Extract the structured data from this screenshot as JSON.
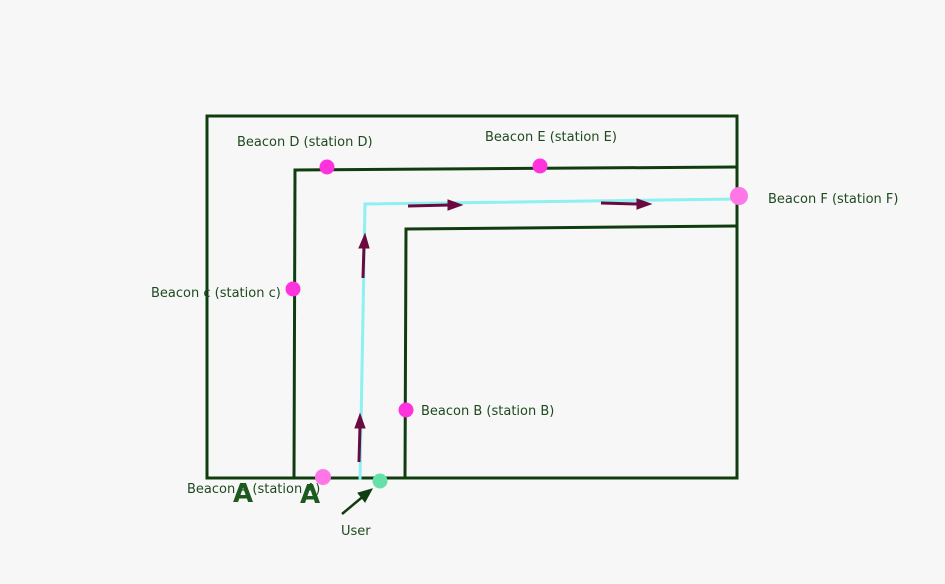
{
  "colors": {
    "wall": "#0f3d0f",
    "path": "#8ef0f0",
    "arrow": "#6b0a3f",
    "beacon": "#ff33dd",
    "beacon_light": "#ff77e6",
    "user": "#66e0a8",
    "label": "#1f4a1f"
  },
  "beacons": [
    {
      "id": "a",
      "label": "Beacon A (station A)",
      "color_key": "beacon_light"
    },
    {
      "id": "b",
      "label": "Beacon B (station B)",
      "color_key": "beacon"
    },
    {
      "id": "c",
      "label": "Beacon c (station c)",
      "color_key": "beacon"
    },
    {
      "id": "d",
      "label": "Beacon D (station D)",
      "color_key": "beacon"
    },
    {
      "id": "e",
      "label": "Beacon E (station E)",
      "color_key": "beacon"
    },
    {
      "id": "f",
      "label": "Beacon F (station F)",
      "color_key": "beacon_light"
    }
  ],
  "user": {
    "label": "User"
  },
  "hand_marks": [
    "A",
    "A"
  ]
}
